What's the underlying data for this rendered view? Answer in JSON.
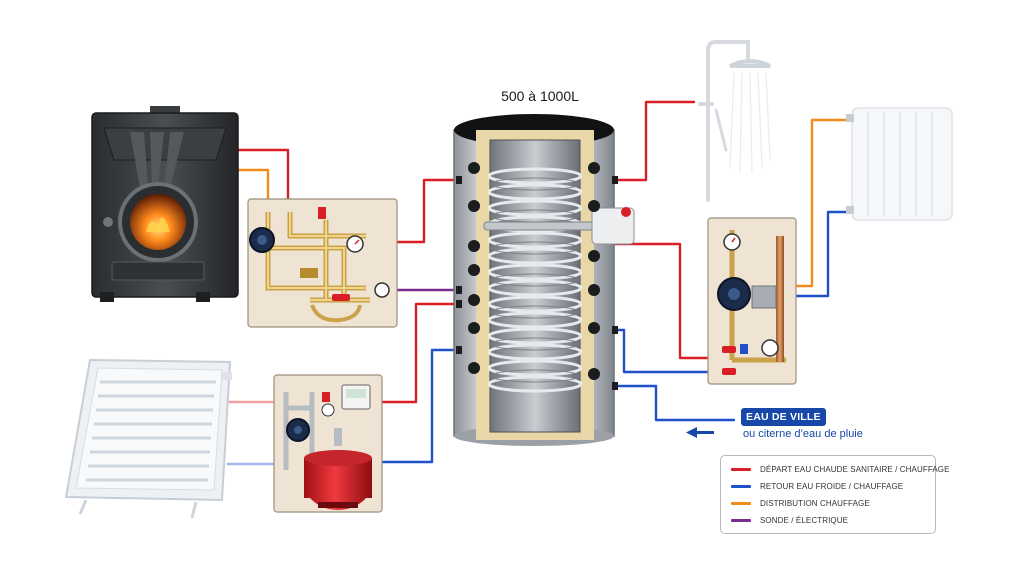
{
  "tank": {
    "caption": "500 à 1000L"
  },
  "city_water": {
    "badge": "EAU DE VILLE",
    "subtitle": "ou citerne d’eau de pluie"
  },
  "legend": [
    {
      "label": "DÉPART EAU CHAUDE SANITAIRE / CHAUFFAGE",
      "color": "#d81f26"
    },
    {
      "label": "RETOUR EAU FROIDE / CHAUFFAGE",
      "color": "#1f4fc9"
    },
    {
      "label": "DISTRIBUTION CHAUFFAGE",
      "color": "#f28c1c"
    },
    {
      "label": "SONDE / ÉLECTRIQUE",
      "color": "#7b2d8e"
    }
  ],
  "colors": {
    "hot": "#d81f26",
    "cold": "#1f4fc9",
    "heating": "#f28c1c",
    "probe": "#7b2d8e"
  },
  "icons": [
    "wood-stove-icon",
    "solar-panel-icon",
    "shower-icon",
    "radiator-icon",
    "pump-station-icon",
    "expansion-vessel-icon",
    "thermometer-icon",
    "arrow-left-icon"
  ]
}
